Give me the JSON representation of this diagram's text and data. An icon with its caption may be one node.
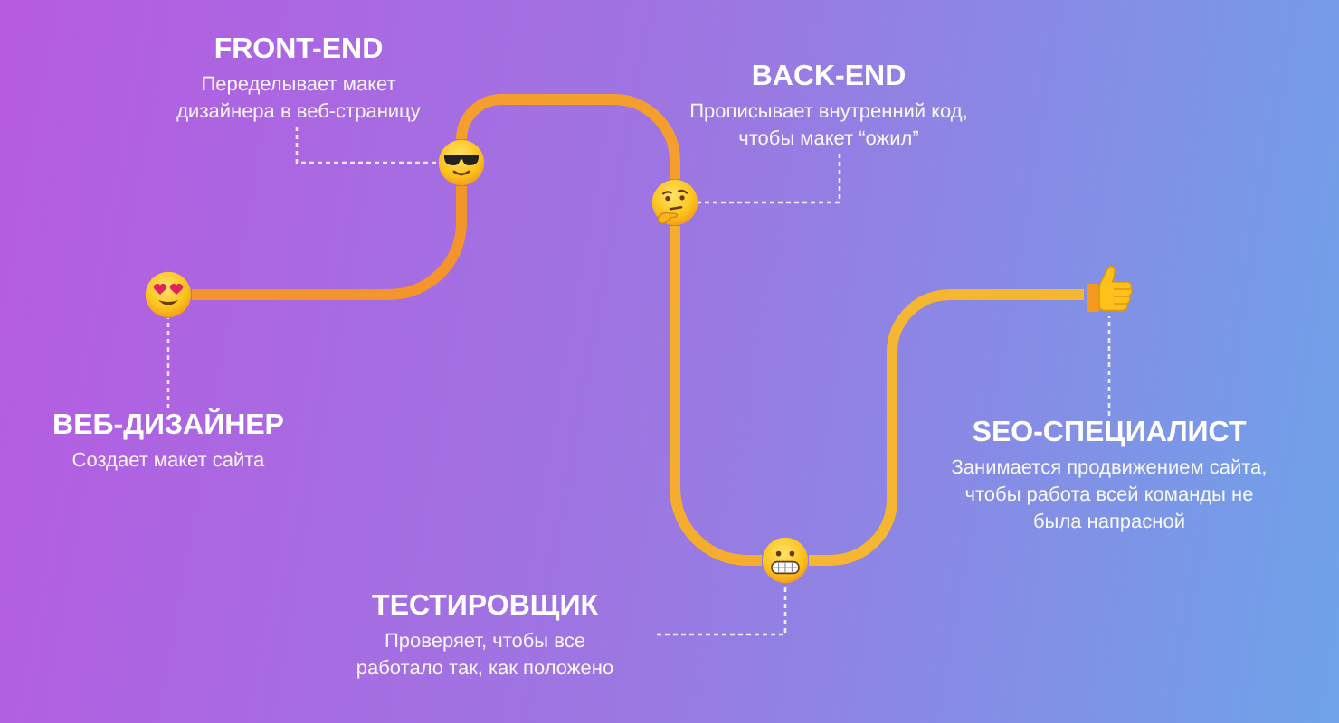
{
  "diagram": {
    "nodes": [
      {
        "text": [
          "ВЕБ-ДИЗАЙНЕР",
          "Создает макет сайта"
        ]
      },
      {
        "text": [],
        "shape": "picture"
      },
      {
        "text": [
          "FRONT-END",
          "Переделывает макет дизайнера в веб-страницу"
        ]
      },
      {
        "text": [],
        "shape": "picture"
      },
      {
        "text": [
          "BACK-END",
          "Прописывает внутренний код, чтобы макет “ожил”"
        ]
      },
      {
        "text": [],
        "shape": "picture"
      },
      {
        "text": [
          "ТЕСТИРОВЩИК",
          "Проверяет, чтобы все работало так, как положено"
        ]
      },
      {
        "text": [],
        "shape": "picture"
      },
      {
        "text": [
          "SEO-СПЕЦИАЛИСТ",
          "Занимается продвижением сайта, чтобы работа всей команды не была напрасной"
        ]
      },
      {
        "text": [],
        "shape": "picture"
      }
    ],
    "edges": [
      {
        "from": 1,
        "to": 3,
        "arrow": "none",
        "style": "thick",
        "color": "#f4952b"
      },
      {
        "from": 3,
        "to": 5,
        "arrow": "none",
        "style": "thick",
        "color": "#f49f2d"
      },
      {
        "from": 5,
        "to": 7,
        "arrow": "none",
        "style": "thick",
        "color": "#f5ad30"
      },
      {
        "from": 7,
        "to": 9,
        "arrow": "none",
        "style": "thick",
        "color": "#f5b632"
      },
      {
        "from": 0,
        "to": 1,
        "arrow": "none",
        "style": "dashed"
      },
      {
        "from": 2,
        "to": 3,
        "arrow": "none",
        "style": "dashed"
      },
      {
        "from": 4,
        "to": 5,
        "arrow": "none",
        "style": "dashed"
      },
      {
        "from": 6,
        "to": 7,
        "arrow": "none",
        "style": "dashed"
      },
      {
        "from": 8,
        "to": 9,
        "arrow": "none",
        "style": "dashed"
      }
    ]
  }
}
